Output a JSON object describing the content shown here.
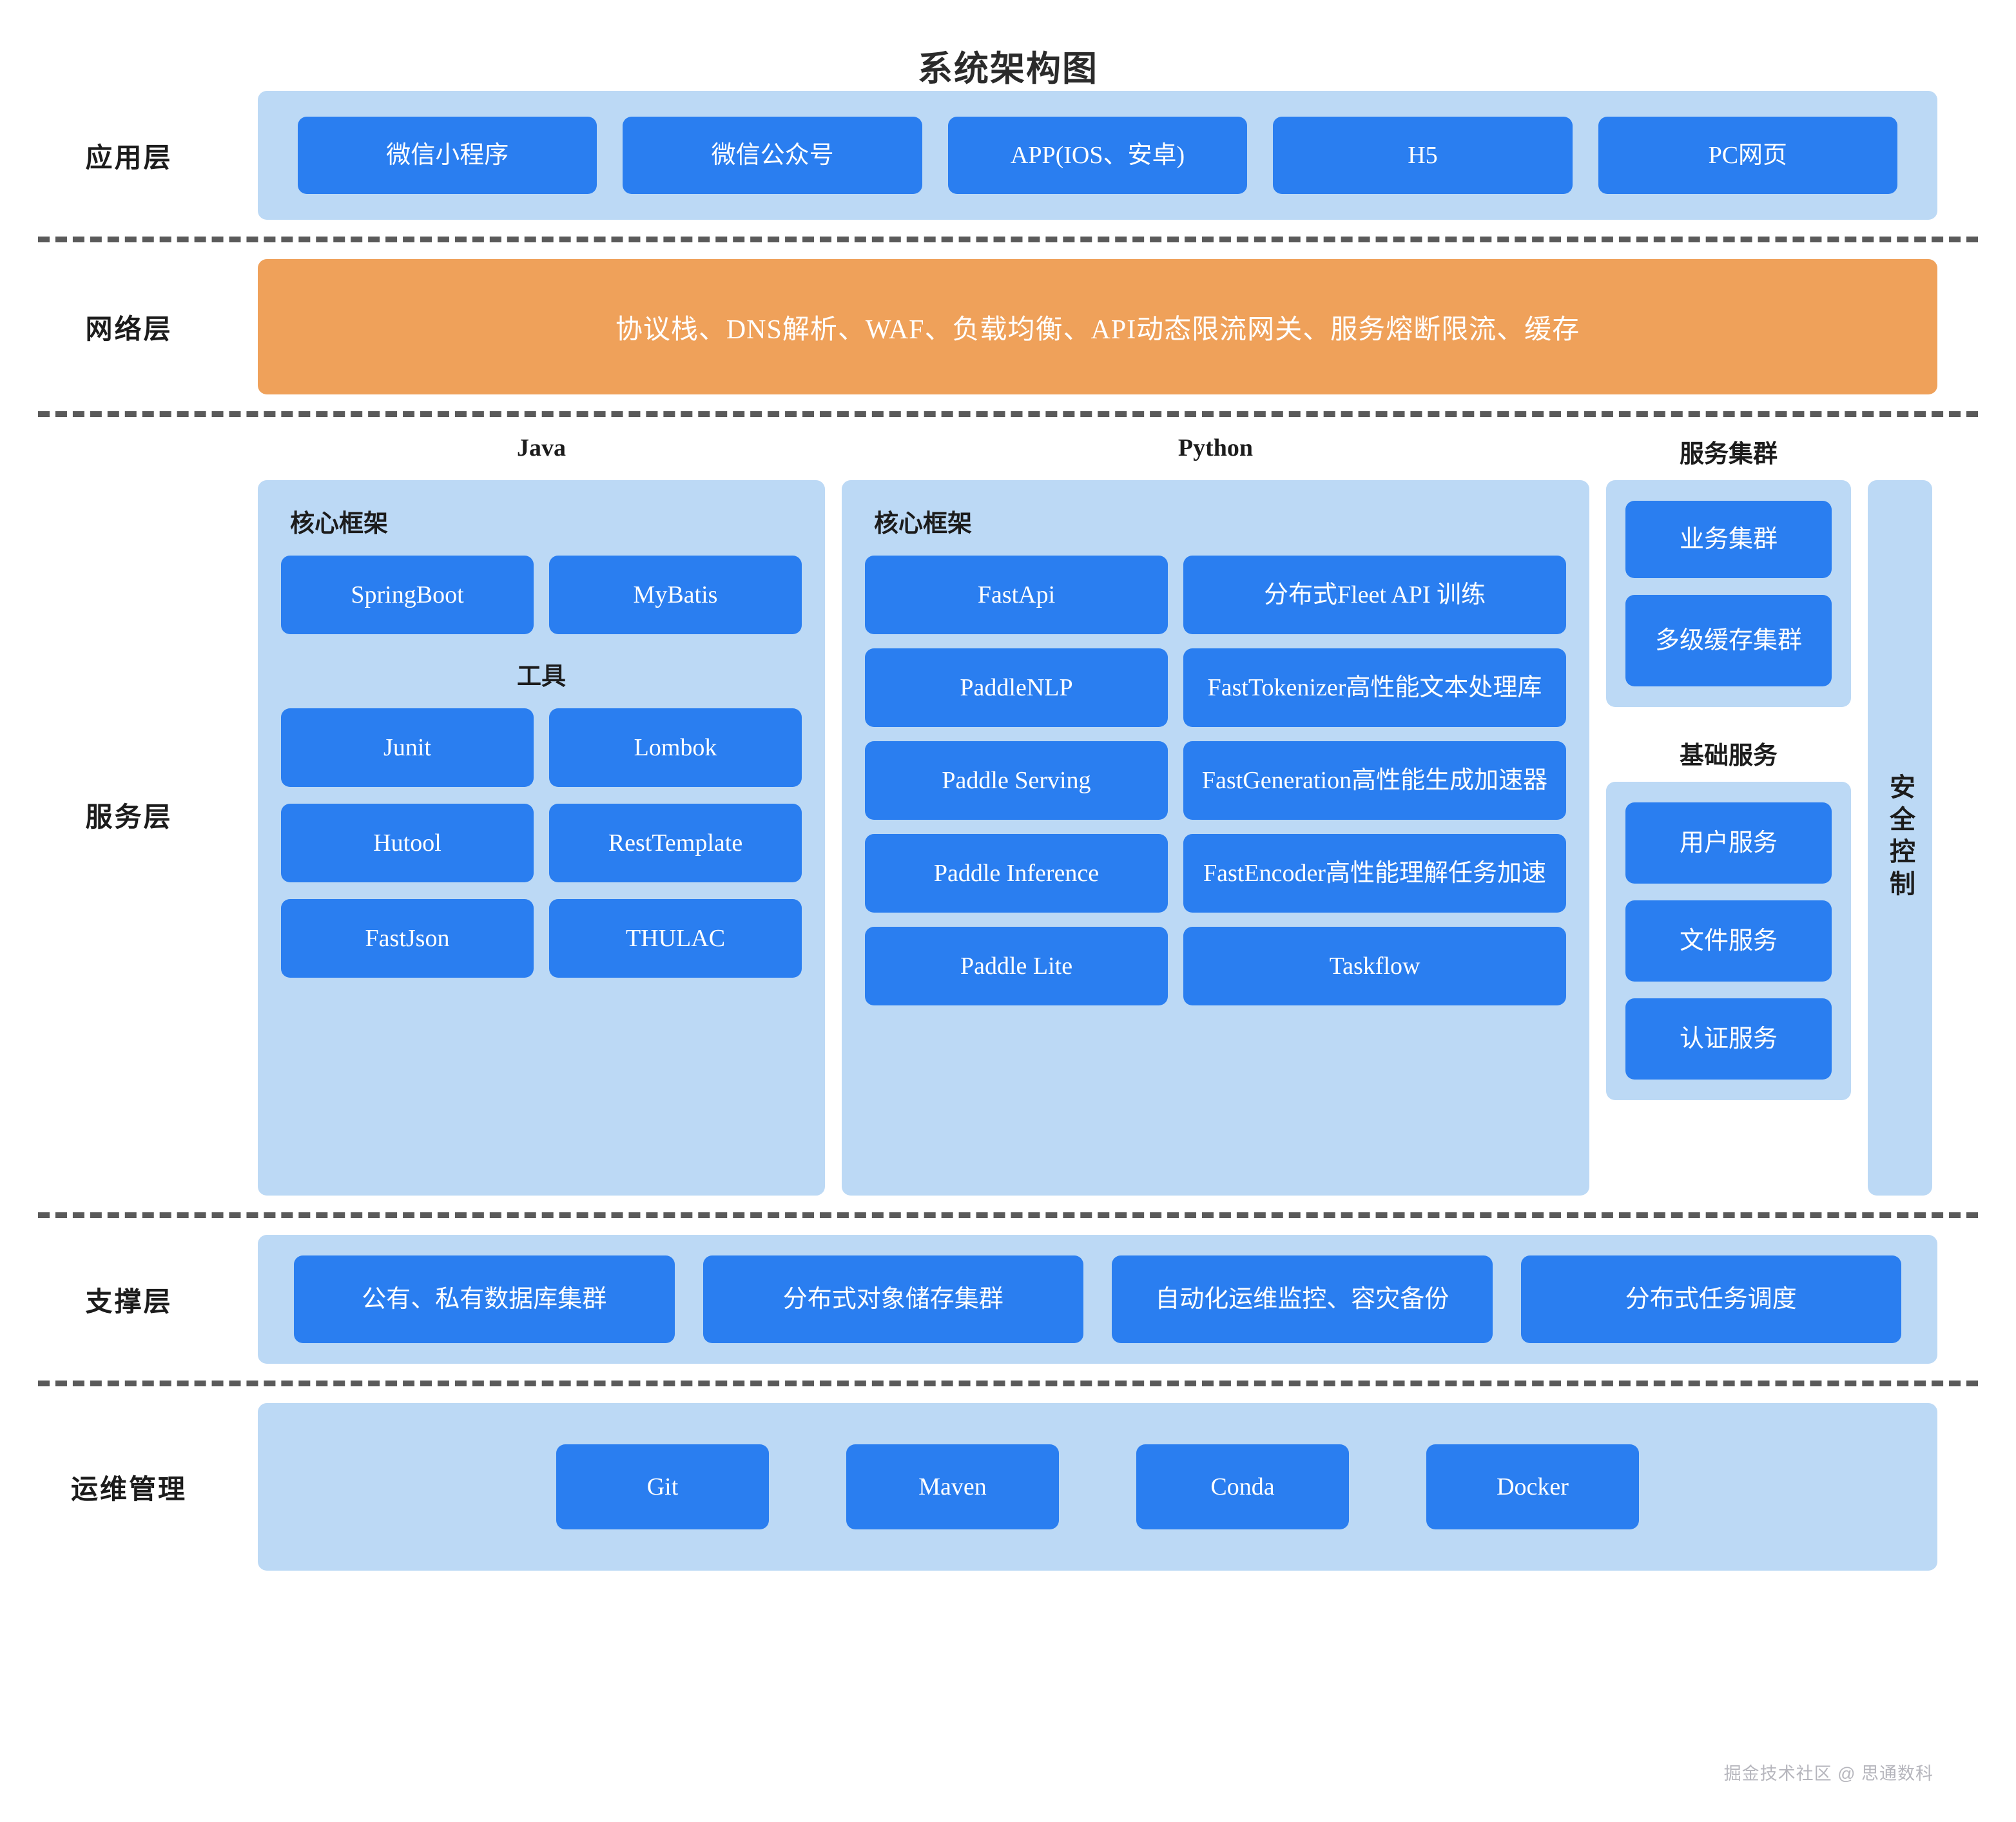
{
  "title": "系统架构图",
  "colors": {
    "panel_bg": "#bcd9f5",
    "chip_blue": "#2a7ef0",
    "network_orange": "#efa15a",
    "dash_gray": "#5a5a5a",
    "text_dark": "#1c1c1c",
    "watermark_gray": "#b6b6bd"
  },
  "layers": {
    "application": {
      "label": "应用层",
      "items": [
        "微信小程序",
        "微信公众号",
        "APP(IOS、安卓)",
        "H5",
        "PC网页"
      ]
    },
    "network": {
      "label": "网络层",
      "text": "协议栈、DNS解析、WAF、负载均衡、API动态限流网关、服务熔断限流、缓存"
    },
    "service": {
      "label": "服务层",
      "columns": {
        "java": {
          "heading": "Java",
          "core": {
            "heading": "核心框架",
            "items": [
              "SpringBoot",
              "MyBatis"
            ]
          },
          "tools": {
            "heading": "工具",
            "items": [
              "Junit",
              "Lombok",
              "Hutool",
              "RestTemplate",
              "FastJson",
              "THULAC"
            ]
          }
        },
        "python": {
          "heading": "Python",
          "core": {
            "heading": "核心框架",
            "items": [
              "FastApi",
              "分布式Fleet API 训练",
              "PaddleNLP",
              "FastTokenizer高性能文本处理库",
              "Paddle Serving",
              "FastGeneration高性能生成加速器",
              "Paddle Inference",
              "FastEncoder高性能理解任务加速",
              "Paddle Lite",
              "Taskflow"
            ]
          }
        },
        "cluster": {
          "heading": "服务集群",
          "items": [
            "业务集群",
            "多级缓存集群"
          ]
        },
        "basic_service": {
          "heading": "基础服务",
          "items": [
            "用户服务",
            "文件服务",
            "认证服务"
          ]
        },
        "security": {
          "label": "安全控制"
        }
      }
    },
    "support": {
      "label": "支撑层",
      "items": [
        "公有、私有数据库集群",
        "分布式对象储存集群",
        "自动化运维监控、容灾备份",
        "分布式任务调度"
      ]
    },
    "ops": {
      "label": "运维管理",
      "items": [
        "Git",
        "Maven",
        "Conda",
        "Docker"
      ]
    }
  },
  "watermark": "掘金技术社区 @ 思通数科"
}
